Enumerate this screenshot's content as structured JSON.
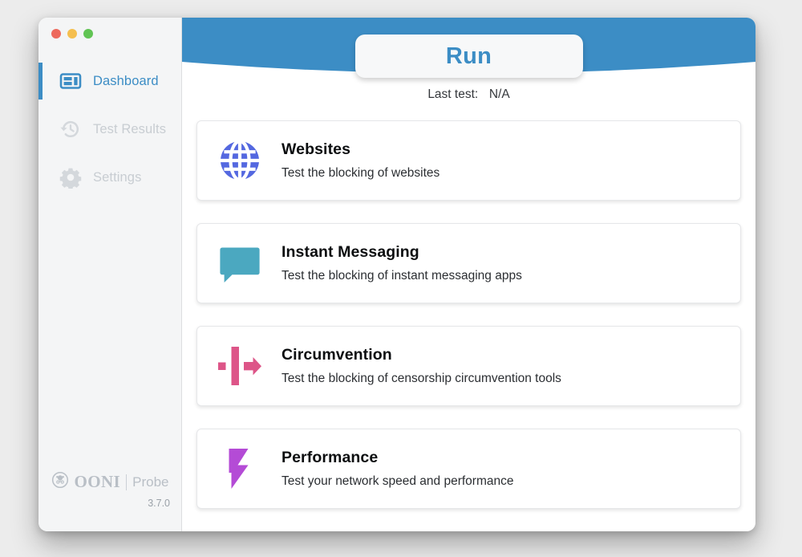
{
  "window": {
    "traffic_lights": [
      {
        "name": "close",
        "color": "#ED6A5E"
      },
      {
        "name": "minimize",
        "color": "#F5BF4F"
      },
      {
        "name": "zoom",
        "color": "#61C454"
      }
    ]
  },
  "sidebar": {
    "items": [
      {
        "label": "Dashboard",
        "icon": "dashboard-icon",
        "active": true
      },
      {
        "label": "Test Results",
        "icon": "history-clock-icon",
        "active": false
      },
      {
        "label": "Settings",
        "icon": "gear-icon",
        "active": false
      }
    ],
    "brand": {
      "emblem": "ooni-octopus-emblem",
      "name": "OONI",
      "sub": "Probe",
      "version": "3.7.0"
    }
  },
  "header": {
    "band_color": "#3c8dc5",
    "run_label": "Run",
    "last_test_label": "Last test:",
    "last_test_value": "N/A"
  },
  "cards": [
    {
      "title": "Websites",
      "desc": "Test the blocking of websites",
      "icon": "globe-icon",
      "color": "#5468E0"
    },
    {
      "title": "Instant Messaging",
      "desc": "Test the blocking of instant messaging apps",
      "icon": "chat-bubble-icon",
      "color": "#4BA8C0"
    },
    {
      "title": "Circumvention",
      "desc": "Test the blocking of censorship circumvention tools",
      "icon": "arrow-through-barrier-icon",
      "color": "#DD5588"
    },
    {
      "title": "Performance",
      "desc": "Test your network speed and performance",
      "icon": "lightning-bolt-icon",
      "color": "#B44BD6"
    }
  ]
}
